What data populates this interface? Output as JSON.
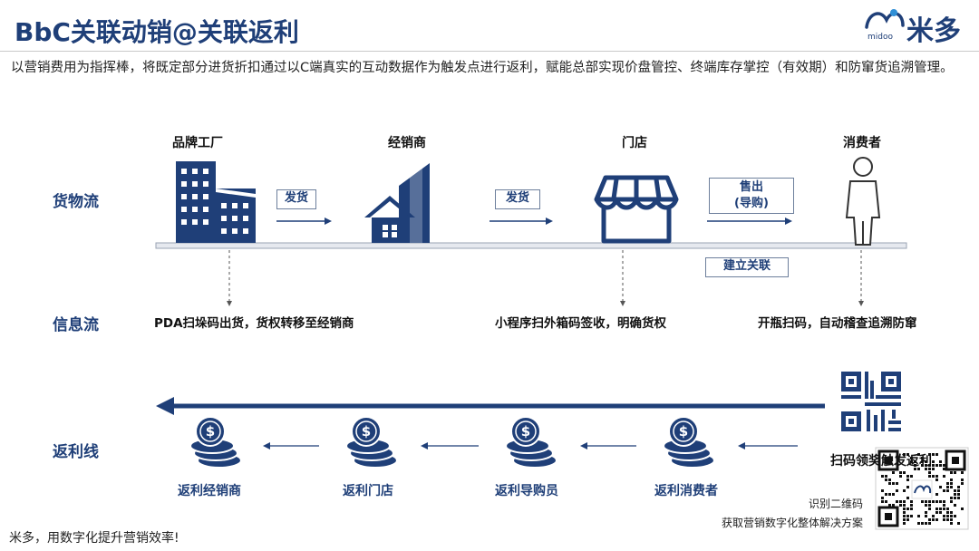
{
  "header": {
    "title": "BbC关联动销@关联返利",
    "logo_text": "米多",
    "logo_sub": "midoo"
  },
  "intro": "以营销费用为指挥棒，将既定部分进货折扣通过以C端真实的互动数据作为触发点进行返利，赋能总部实现价盘管控、终端库存掌控（有效期）和防窜货追溯管理。",
  "rows": {
    "goods": "货物流",
    "info": "信息流",
    "rebate": "返利线"
  },
  "nodes": {
    "factory": "品牌工厂",
    "dealer": "经销商",
    "store": "门店",
    "consumer": "消费者"
  },
  "arrows": {
    "ship1": "发货",
    "ship2": "发货",
    "sell_line1": "售出",
    "sell_line2": "(导购)",
    "link": "建立关联"
  },
  "info_flow": {
    "factory": "PDA扫垛码出货，货权转移至经销商",
    "store": "小程序扫外箱码签收，明确货权",
    "consumer": "开瓶扫码，自动稽查追溯防窜"
  },
  "rebate_flow": {
    "dealer": "返利经销商",
    "store": "返利门店",
    "guide": "返利导购员",
    "consumer": "返利消费者",
    "trigger": "扫码领奖触发返利"
  },
  "qr": {
    "caption1": "识别二维码",
    "caption2": "获取营销数字化整体解决方案"
  },
  "footer": "米多，用数字化提升营销效率!",
  "colors": {
    "brand": "#1f3f78",
    "line": "#aeb8c8",
    "coin": "#1f3f78"
  }
}
